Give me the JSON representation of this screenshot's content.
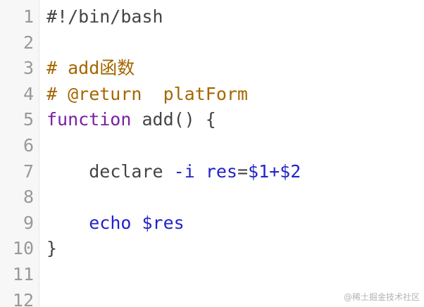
{
  "editor": {
    "line_numbers": [
      "1",
      "2",
      "3",
      "4",
      "5",
      "6",
      "7",
      "8",
      "9",
      "10",
      "11",
      "12"
    ],
    "lines": {
      "l1": {
        "text": "#!/bin/bash"
      },
      "l3": {
        "text": "# add函数"
      },
      "l4": {
        "text": "# @return  platForm"
      },
      "l5": {
        "kw": "function",
        "rest": " add() {"
      },
      "l7": {
        "indent": "    ",
        "cmd": "declare ",
        "opt": "-i",
        "sp": " ",
        "var": "res",
        "eq": "=",
        "val": "$1+$2"
      },
      "l9": {
        "indent": "    ",
        "cmd": "echo",
        "sp": " ",
        "var": "$res"
      },
      "l10": {
        "text": "}"
      }
    }
  },
  "watermark": "@稀土掘金技术社区",
  "colors": {
    "comment": "#a56700",
    "keyword": "#7a1fa2",
    "variable": "#2323c8",
    "line_number": "#999999"
  }
}
